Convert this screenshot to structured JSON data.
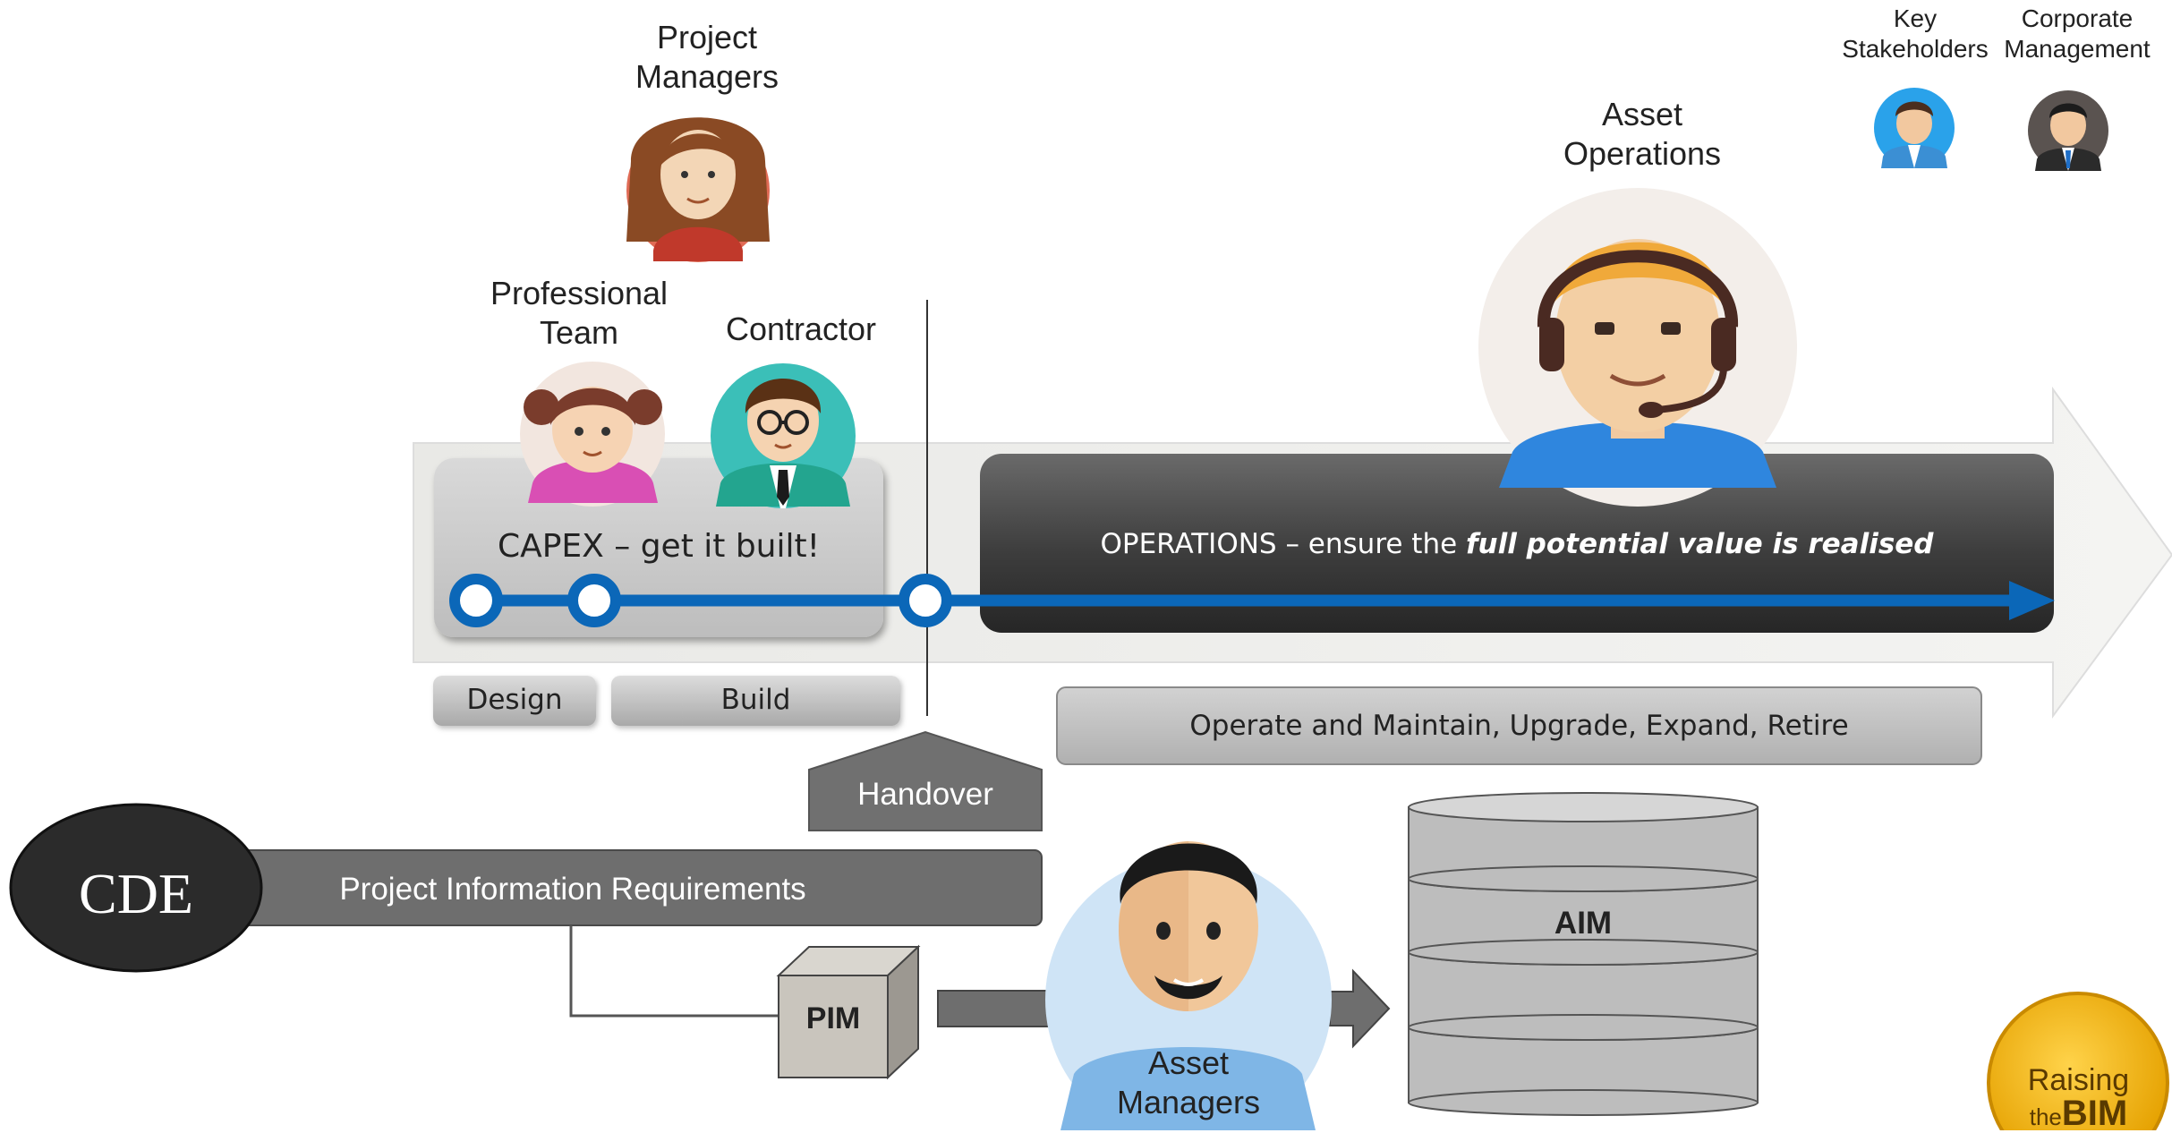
{
  "roles": {
    "project_managers": [
      "Project",
      "Managers"
    ],
    "professional_team": [
      "Professional",
      "Team"
    ],
    "contractor": "Contractor",
    "asset_operations": [
      "Asset",
      "Operations"
    ],
    "key_stakeholders": [
      "Key",
      "Stakeholders"
    ],
    "corporate_management": [
      "Corporate",
      "Management"
    ],
    "asset_managers": [
      "Asset",
      "Managers"
    ]
  },
  "timeline": {
    "capex_label": "CAPEX – get it built!",
    "operations_prefix": "OPERATIONS – ensure the ",
    "operations_emphasis": "full potential value is realised",
    "design_label": "Design",
    "build_label": "Build",
    "ops_activities": "Operate and Maintain, Upgrade, Expand, Retire",
    "handover_label": "Handover"
  },
  "information": {
    "cde_label": "CDE",
    "pir_label": "Project Information Requirements",
    "pim_label": "PIM",
    "aim_label": "AIM"
  },
  "logo": {
    "line1": "Raising",
    "line2a": "the",
    "line2b": "BIM"
  },
  "colors": {
    "timeline_blue": "#0b67b8",
    "ops_dark": "#3a3a3a",
    "cde_black": "#2b2b2b",
    "pir_grey": "#6e6e6e"
  }
}
